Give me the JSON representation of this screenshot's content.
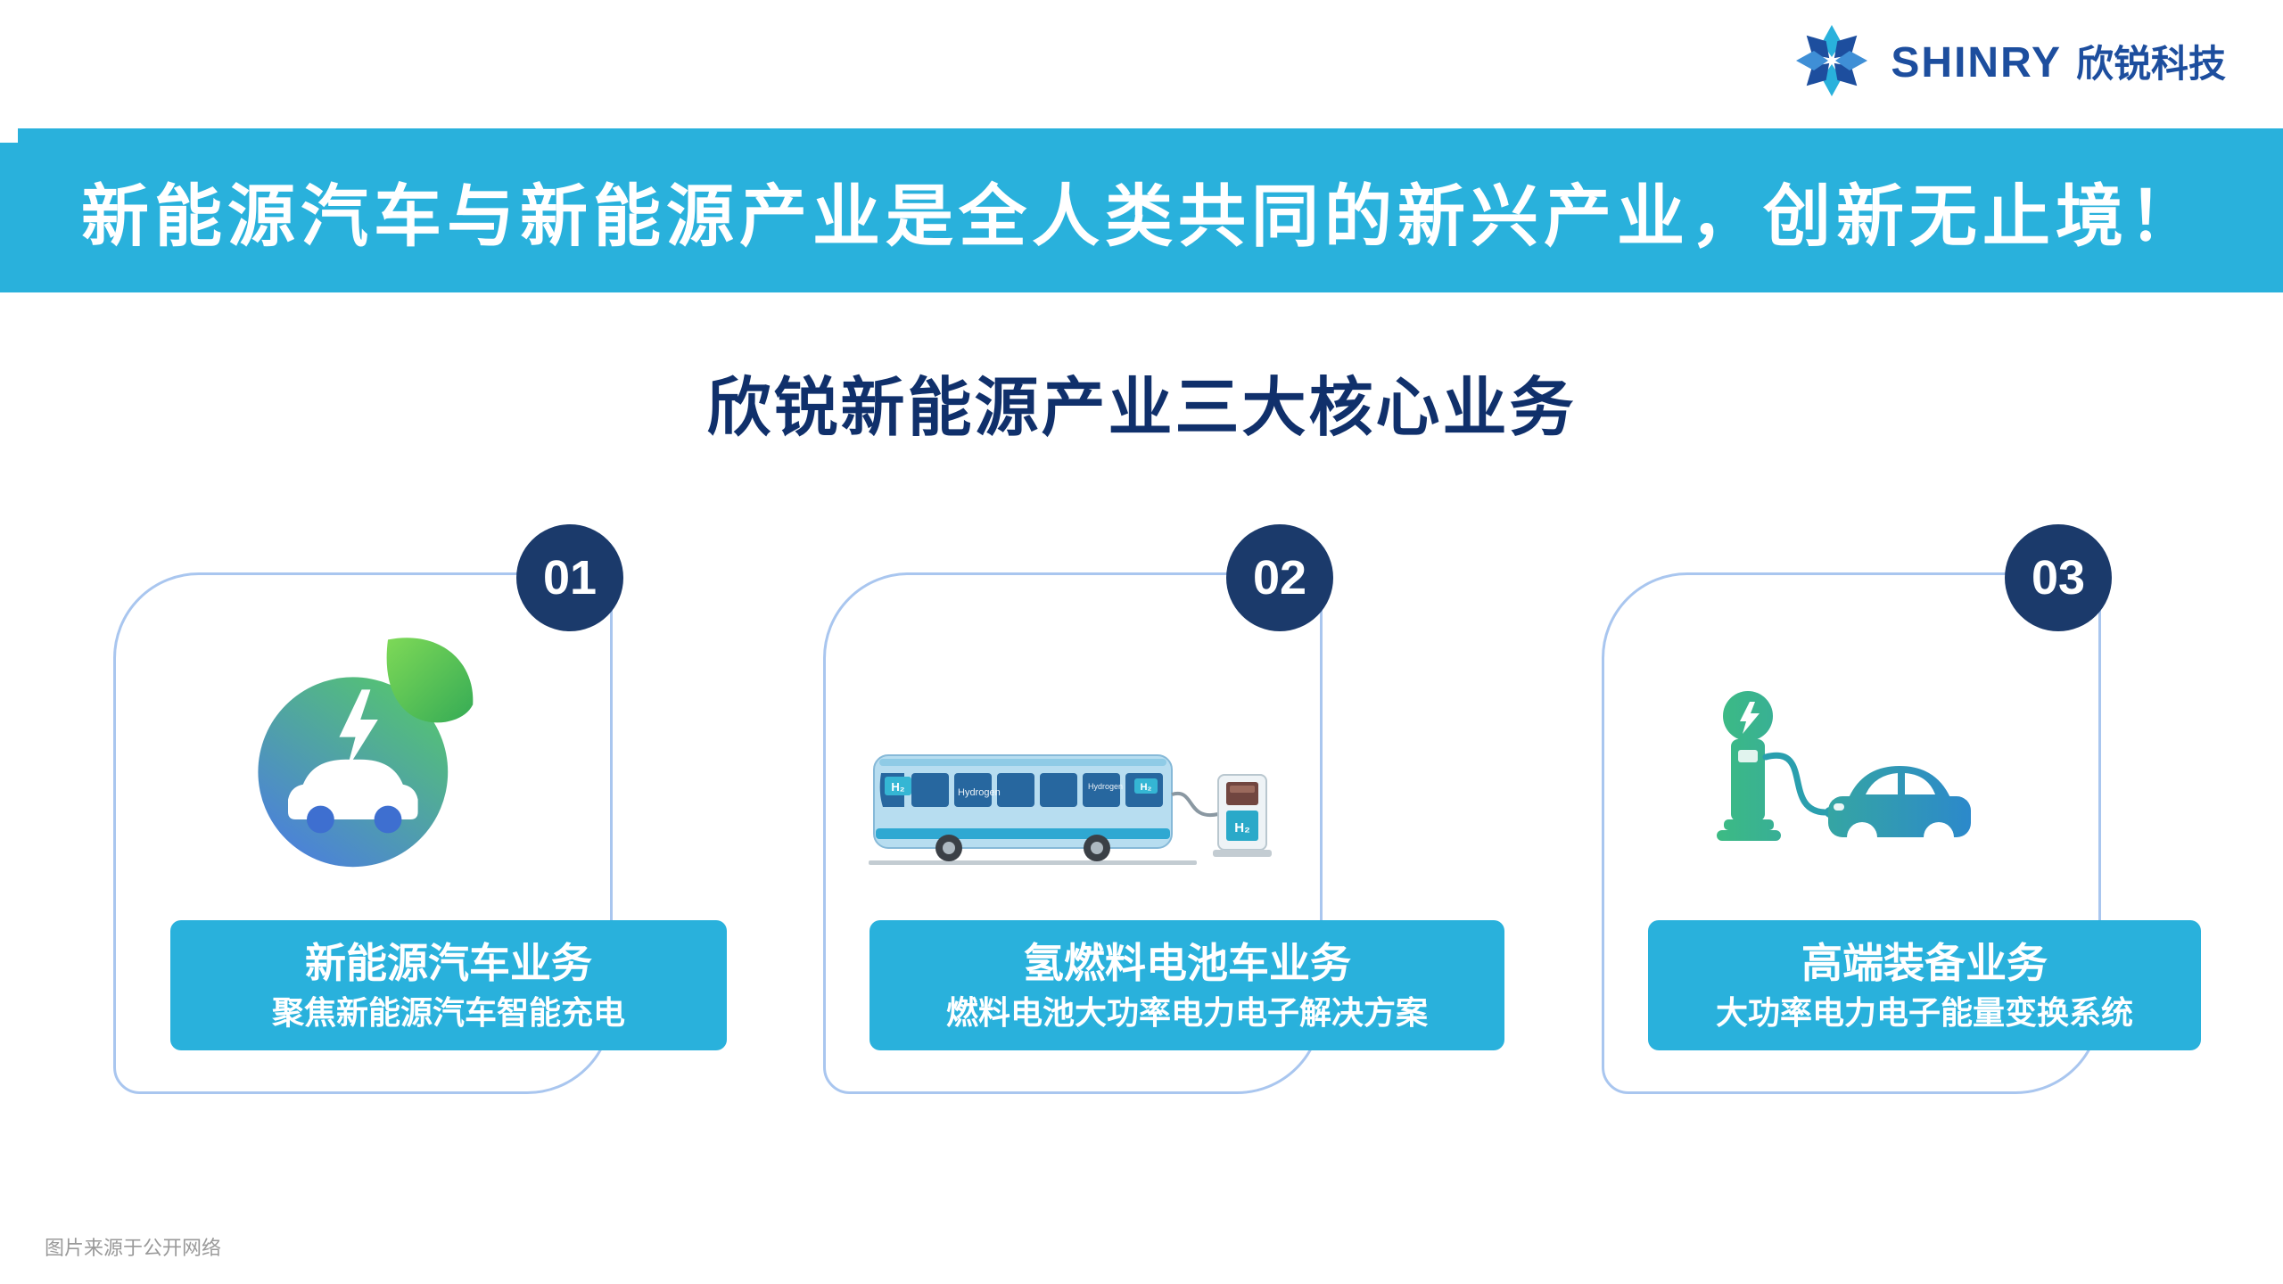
{
  "logo": {
    "brand": "SHINRY",
    "brand_cn": "欣锐科技"
  },
  "banner": {
    "text": "新能源汽车与新能源产业是全人类共同的新兴产业，创新无止境！"
  },
  "section_title": "欣锐新能源产业三大核心业务",
  "cards": [
    {
      "number": "01",
      "title": "新能源汽车业务",
      "subtitle": "聚焦新能源汽车智能充电",
      "icon": "eco-electric-car"
    },
    {
      "number": "02",
      "title": "氢燃料电池车业务",
      "subtitle": "燃料电池大功率电力电子解决方案",
      "icon": "hydrogen-fuel-cell-bus"
    },
    {
      "number": "03",
      "title": "高端装备业务",
      "subtitle": "大功率电力电子能量变换系统",
      "icon": "ev-charging-station"
    }
  ],
  "bus_labels": {
    "h2": "H₂",
    "hydrogen": "Hydrogen"
  },
  "footnote": "图片来源于公开网络",
  "colors": {
    "accent_cyan": "#29b1dc",
    "navy_badge": "#1b3a6b",
    "title_navy": "#10306b",
    "card_border": "#a9c6ef",
    "logo_blue": "#1d4e9e"
  }
}
